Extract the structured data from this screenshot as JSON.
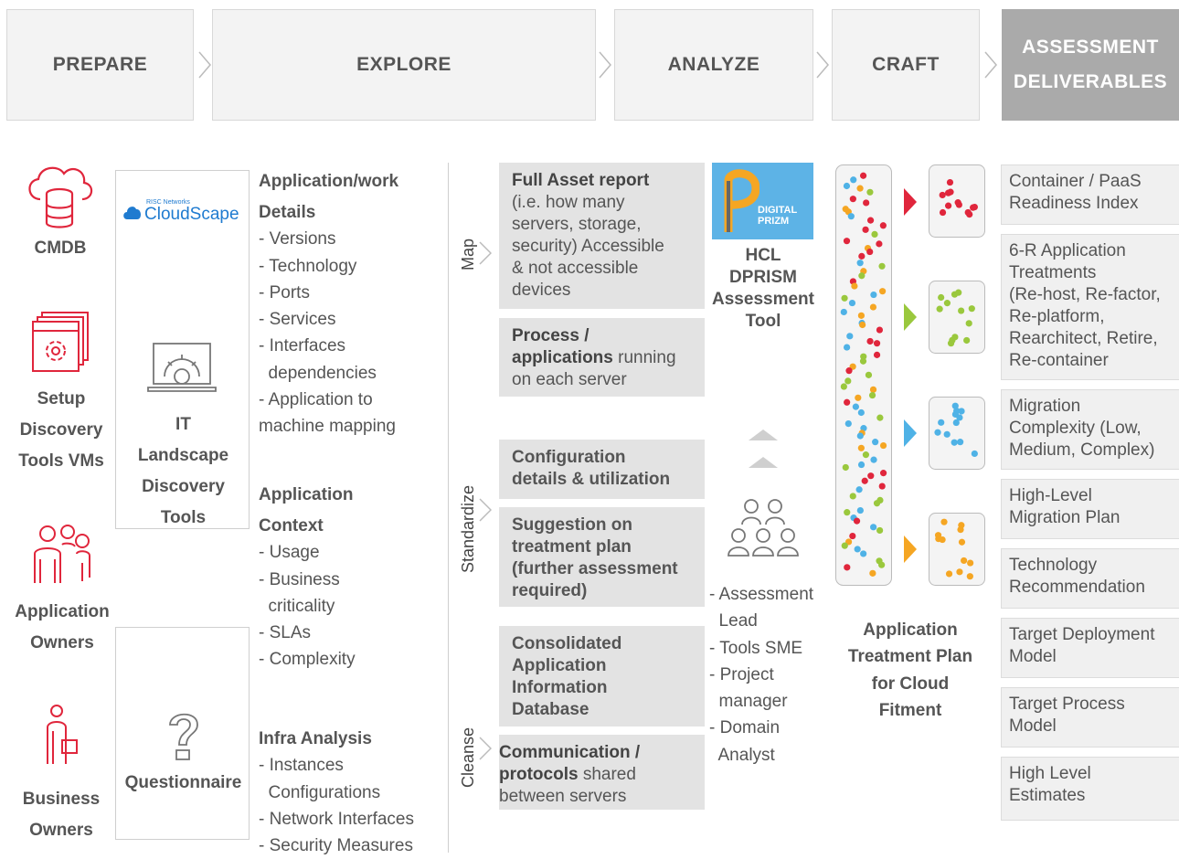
{
  "phases": [
    "PREPARE",
    "EXPLORE",
    "ANALYZE",
    "CRAFT"
  ],
  "deliverables_header": [
    "ASSESSMENT",
    "DELIVERABLES"
  ],
  "sources": {
    "cmdb": "CMDB",
    "setup": [
      "Setup",
      "Discovery",
      "Tools VMs"
    ],
    "app_owners": [
      "Application",
      "Owners"
    ],
    "business_owners": [
      "Business",
      "Owners"
    ]
  },
  "tools": {
    "cloudscape_small": "RISC Networks",
    "cloudscape_big": "CloudScape",
    "it_landscape": [
      "IT",
      "Landscape",
      "Discovery",
      "Tools"
    ],
    "questionnaire": "Questionnaire"
  },
  "details": {
    "app_work": {
      "heading": [
        "Application/work",
        "Details"
      ],
      "items": [
        "- Versions",
        "- Technology",
        "- Ports",
        "- Services",
        "- Interfaces",
        "  dependencies",
        "- Application to",
        "machine mapping"
      ]
    },
    "app_context": {
      "heading": [
        "Application",
        "Context"
      ],
      "items": [
        "- Usage",
        "- Business",
        "  criticality",
        "- SLAs",
        "- Complexity"
      ]
    },
    "infra": {
      "heading": "Infra Analysis",
      "items": [
        "- Instances",
        "  Configurations",
        "- Network Interfaces",
        "- Security Measures"
      ]
    }
  },
  "stages": {
    "map": "Map",
    "standardize": "Standardize",
    "cleanse": "Cleanse"
  },
  "steps": {
    "full_asset_bold": "Full Asset report",
    "full_asset_rest": [
      "(i.e. how many",
      "servers, storage,",
      "security) Accessible",
      "& not accessible",
      "devices"
    ],
    "process_bold": [
      "Process /",
      "applications"
    ],
    "process_rest": [
      " running",
      "on each server"
    ],
    "config": [
      "Configuration",
      "details & utilization"
    ],
    "suggestion": [
      "Suggestion on",
      "treatment plan",
      "(further assessment",
      "required)"
    ],
    "consolidated": [
      "Consolidated",
      "Application",
      "Information",
      "Database"
    ],
    "comm_bold": [
      "Communication /",
      "protocols"
    ],
    "comm_rest": [
      " shared",
      "between servers"
    ]
  },
  "dprism": {
    "logo_lines": [
      "DIGITAL",
      "PRIZM"
    ],
    "label": [
      "HCL",
      "DPRISM",
      "Assessment",
      "Tool"
    ]
  },
  "team": [
    "- Assessment",
    "  Lead",
    "- Tools SME",
    "- Project",
    "  manager",
    "- Domain",
    "  Analyst"
  ],
  "plan_label": [
    "Application",
    "Treatment Plan",
    "for Cloud",
    "Fitment"
  ],
  "deliverables": [
    [
      "Container / PaaS",
      "Readiness Index"
    ],
    [
      "6-R Application",
      "Treatments",
      "(Re-host, Re-factor,",
      "Re-platform,",
      "Rearchitect, Retire,",
      "Re-container"
    ],
    [
      "Migration",
      "Complexity (Low,",
      "Medium, Complex)"
    ],
    [
      "High-Level",
      "Migration Plan"
    ],
    [
      "Technology",
      "Recommendation"
    ],
    [
      "Target Deployment",
      "Model"
    ],
    [
      "Target Process",
      "Model"
    ],
    [
      "High Level",
      "Estimates"
    ]
  ],
  "colors": {
    "accent_red": "#e0263c",
    "green": "#9ac83d",
    "blue": "#4fb2e6",
    "orange": "#f5a623",
    "gray_box": "#e3e3e3",
    "header_dark": "#aaaaaa"
  }
}
